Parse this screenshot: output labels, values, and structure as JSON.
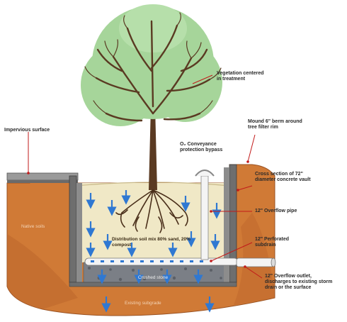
{
  "labels": {
    "vegetation": "Vegetation centered in treatment",
    "impervious": "Impervious surface",
    "berm": "Mound 6\" berm around tree filter rim",
    "bypass": "O₂ Conveyance protection bypass",
    "vault": "Cross section of 72\" diameter concrete vault",
    "overflow_pipe": "12\" Overflow pipe",
    "perforated": "12\" Perforated subdrain",
    "outlet": "12\" Overflow outlet, discharges to existing storm drain or the surface",
    "soil_mix": "Distribution soil mix 80% sand, 20% compost",
    "crushed_stone": "Crushed stone",
    "native_soils_left": "Native soils",
    "native_soils_bottom": "Existing subgrade"
  },
  "colors": {
    "soil": "#d07a36",
    "soil_dark": "#b8622a",
    "fill_mix": "#f0e8c6",
    "canopy": "#a6d59a",
    "branch": "#5a3a22",
    "concrete": "#6e6e6e",
    "stone": "#7b7f86",
    "water": "#2f78d2",
    "leader": "#c21a1a",
    "pipe": "#f4f4f4"
  }
}
